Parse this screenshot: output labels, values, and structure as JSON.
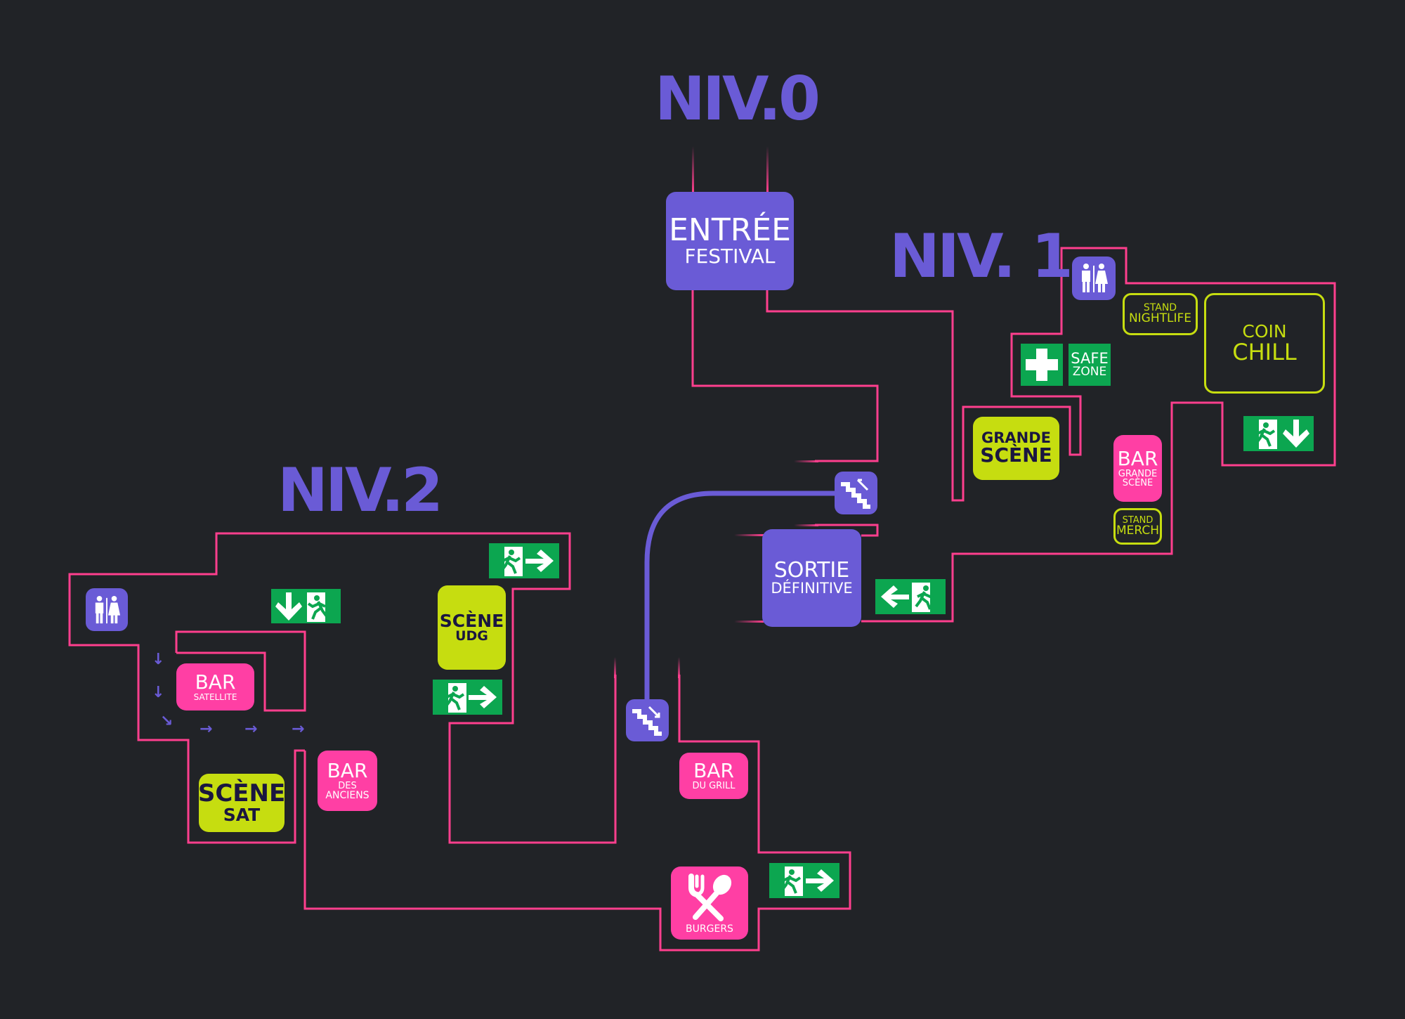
{
  "map": {
    "title": "Festival venue map",
    "colors": {
      "background": "#212327",
      "path": "#ff3f8e",
      "purple": "#6a5bd6",
      "pink": "#ff3fa4",
      "lime": "#c6dd10",
      "exit_green": "#0ca650",
      "dark_text": "#1a1640"
    },
    "levels": [
      {
        "id": "niv0",
        "label": "NIV.0"
      },
      {
        "id": "niv1",
        "label": "NIV. 1"
      },
      {
        "id": "niv2",
        "label": "NIV.2"
      }
    ]
  },
  "niv0": {
    "entrance": {
      "main": "ENTRÉE",
      "sub": "FESTIVAL",
      "icon": "entrance"
    },
    "exit_final": {
      "main": "SORTIE",
      "sub": "DÉFINITIVE",
      "icon": "exit"
    },
    "stairs_up": {
      "icon": "stairs-up-icon"
    },
    "stairs_down": {
      "icon": "stairs-down-icon"
    },
    "exit_sign_left": {
      "direction": "left",
      "icon": "emergency-exit-icon"
    }
  },
  "niv1": {
    "toilets": {
      "icon": "toilets-icon"
    },
    "stand_nightlife": {
      "line1": "STAND",
      "line2": "NIGHTLIFE"
    },
    "coin_chill": {
      "line1": "COIN",
      "line2": "CHILL"
    },
    "first_aid": {
      "icon": "first-aid-cross-icon"
    },
    "safe_zone": {
      "line1": "SAFE",
      "line2": "ZONE"
    },
    "grande_scene": {
      "line1": "GRANDE",
      "line2": "SCÈNE"
    },
    "bar_grande_scene": {
      "main": "BAR",
      "sub1": "GRANDE",
      "sub2": "SCÈNE"
    },
    "stand_merch": {
      "line1": "STAND",
      "line2": "MERCH"
    },
    "exit_sign_down": {
      "direction": "down",
      "icon": "emergency-exit-icon"
    }
  },
  "niv2": {
    "toilets": {
      "icon": "toilets-icon"
    },
    "exit_sign_down": {
      "direction": "down",
      "icon": "emergency-exit-icon"
    },
    "exit_sign_right_top": {
      "direction": "right",
      "icon": "emergency-exit-icon"
    },
    "exit_sign_right_mid": {
      "direction": "right",
      "icon": "emergency-exit-icon"
    },
    "scene_udg": {
      "line1": "SCÈNE",
      "line2": "UDG"
    },
    "bar_satellite": {
      "main": "BAR",
      "sub": "SATELLITE"
    },
    "scene_sat": {
      "line1": "SCÈNE",
      "line2": "SAT"
    },
    "bar_des_anciens": {
      "main": "BAR",
      "sub1": "DES",
      "sub2": "ANCIENS"
    },
    "bar_du_grill": {
      "main": "BAR",
      "sub": "DU GRILL"
    },
    "burgers": {
      "label": "BURGERS",
      "icon": "fork-spoon-icon"
    },
    "exit_sign_right_bottom": {
      "direction": "right",
      "icon": "emergency-exit-icon"
    },
    "flow_arrows": [
      "↓",
      "↓",
      "↘",
      "→",
      "→",
      "→"
    ]
  }
}
